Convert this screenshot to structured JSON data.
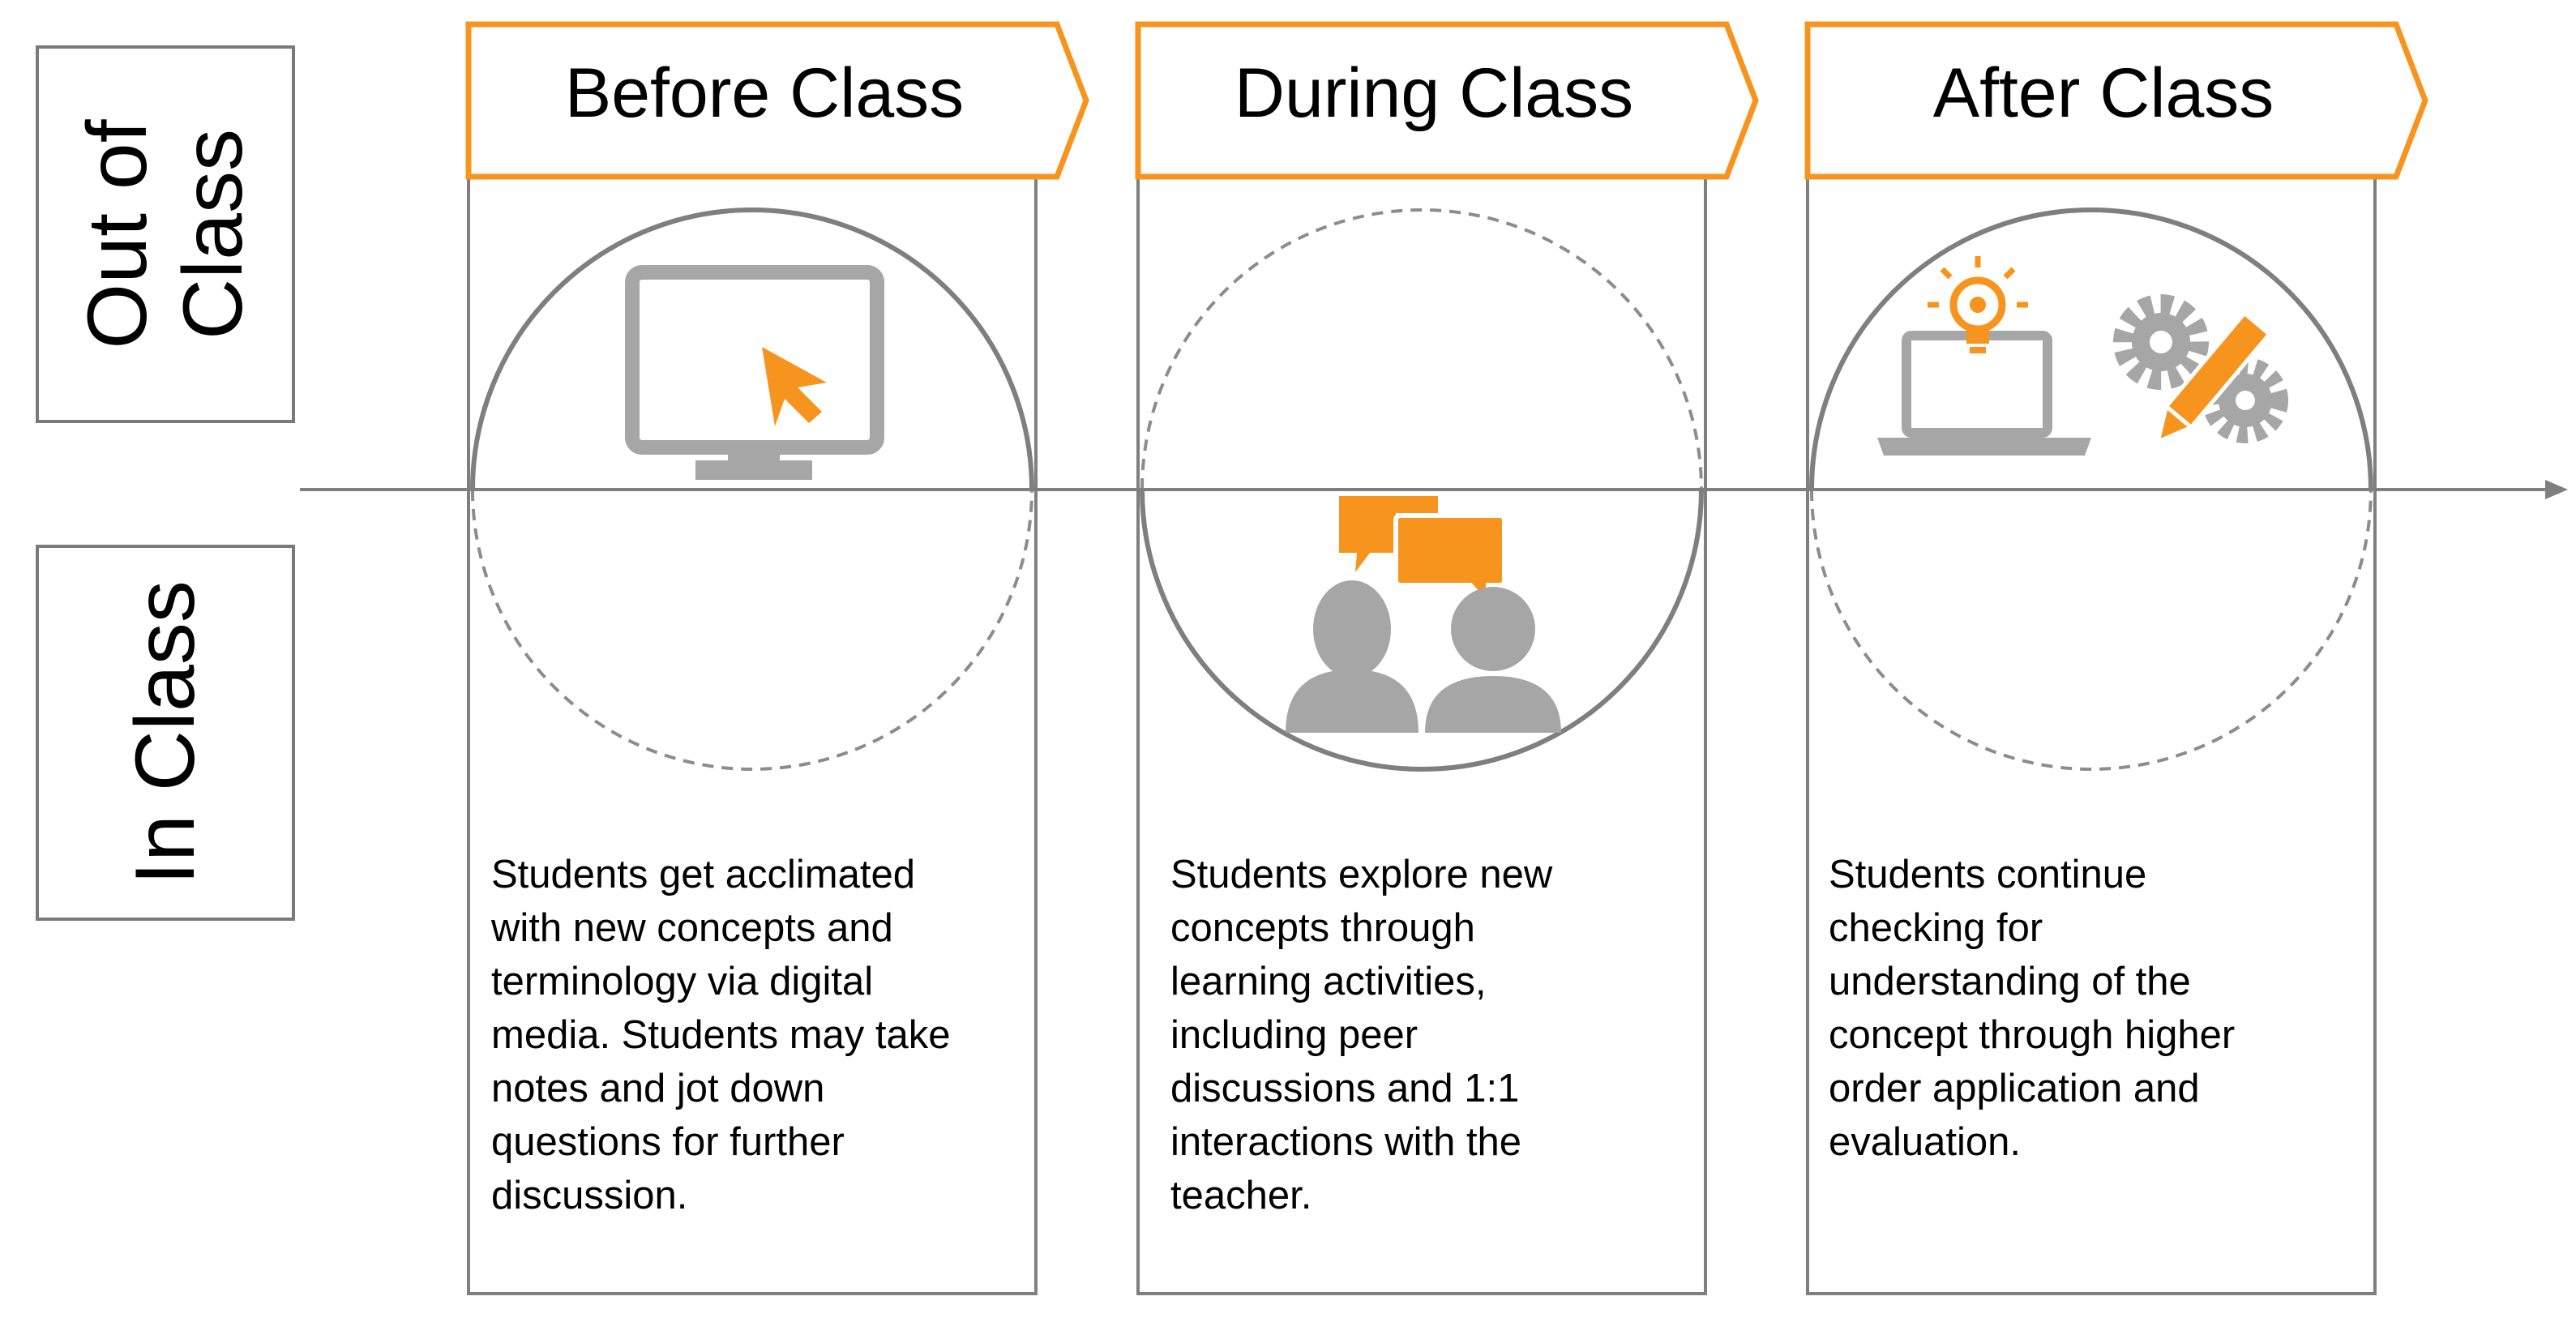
{
  "side_labels": {
    "out_of_class": "Out of\nClass",
    "in_class": "In Class"
  },
  "phases": [
    {
      "title": "Before Class",
      "description": "Students get acclimated\nwith new concepts and\nterminology via digital\nmedia. Students may take\nnotes and jot down\nquestions for further\ndiscussion.",
      "icon": "monitor-cursor-icon"
    },
    {
      "title": "During Class",
      "description": "Students explore new\nconcepts through\nlearning activities,\nincluding peer\ndiscussions and 1:1\ninteractions with the\nteacher.",
      "icon": "discussion-people-icon"
    },
    {
      "title": "After Class",
      "description": "Students continue\nchecking for\nunderstanding of the\nconcept through higher\norder application and\nevaluation.",
      "icon": "laptop-idea-gears-icon"
    }
  ],
  "colors": {
    "accent": "#F7941D",
    "icon_gray": "#A6A6A6",
    "line_gray": "#7F7F7F",
    "dashed_gray": "#8C8C8C"
  }
}
